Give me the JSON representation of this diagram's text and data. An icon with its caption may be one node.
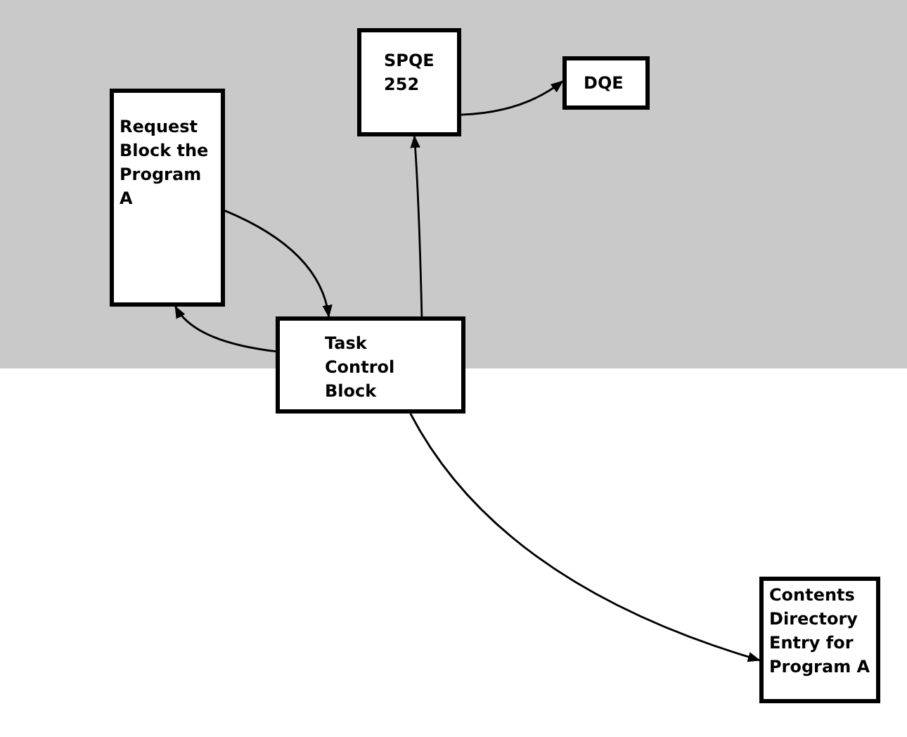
{
  "diagram": {
    "nodes": [
      {
        "text": [
          "Request Block the Program A"
        ]
      },
      {
        "text": [
          "SPQE 252"
        ]
      },
      {
        "text": [
          "DQE"
        ]
      },
      {
        "text": [
          "Task Control Block"
        ]
      },
      {
        "text": [
          "Contents Directory Entry for Program A"
        ]
      }
    ],
    "edges": [
      {
        "from": 0,
        "to": 3,
        "arrow": "to"
      },
      {
        "from": 3,
        "to": 0,
        "arrow": "to"
      },
      {
        "from": 3,
        "to": 1,
        "arrow": "to"
      },
      {
        "from": 1,
        "to": 2,
        "arrow": "to"
      },
      {
        "from": 3,
        "to": 4,
        "arrow": "to"
      }
    ]
  }
}
